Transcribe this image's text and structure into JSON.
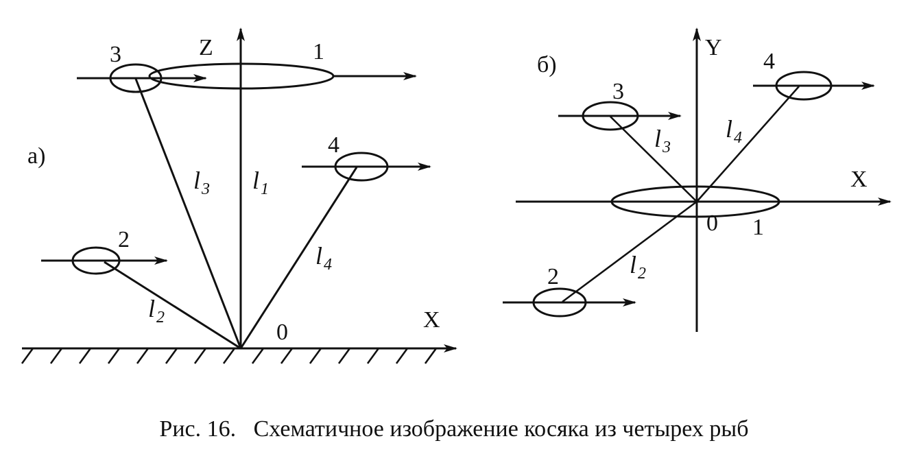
{
  "caption": "Рис. 16.   Схематичное изображение косяка из четырех рыб",
  "panel_a": {
    "label": "а)",
    "axis_vertical": "Z",
    "axis_horizontal": "X",
    "origin": "0",
    "fish": [
      {
        "num": "1"
      },
      {
        "num": "2"
      },
      {
        "num": "3"
      },
      {
        "num": "4"
      }
    ],
    "distances": [
      {
        "base": "l",
        "sub": "1"
      },
      {
        "base": "l",
        "sub": "2"
      },
      {
        "base": "l",
        "sub": "3"
      },
      {
        "base": "l",
        "sub": "4"
      }
    ]
  },
  "panel_b": {
    "label": "б)",
    "axis_vertical": "Y",
    "axis_horizontal": "X",
    "origin": "0",
    "fish": [
      {
        "num": "1"
      },
      {
        "num": "2"
      },
      {
        "num": "3"
      },
      {
        "num": "4"
      }
    ],
    "distances": [
      {
        "base": "l",
        "sub": "2"
      },
      {
        "base": "l",
        "sub": "3"
      },
      {
        "base": "l",
        "sub": "4"
      }
    ]
  }
}
